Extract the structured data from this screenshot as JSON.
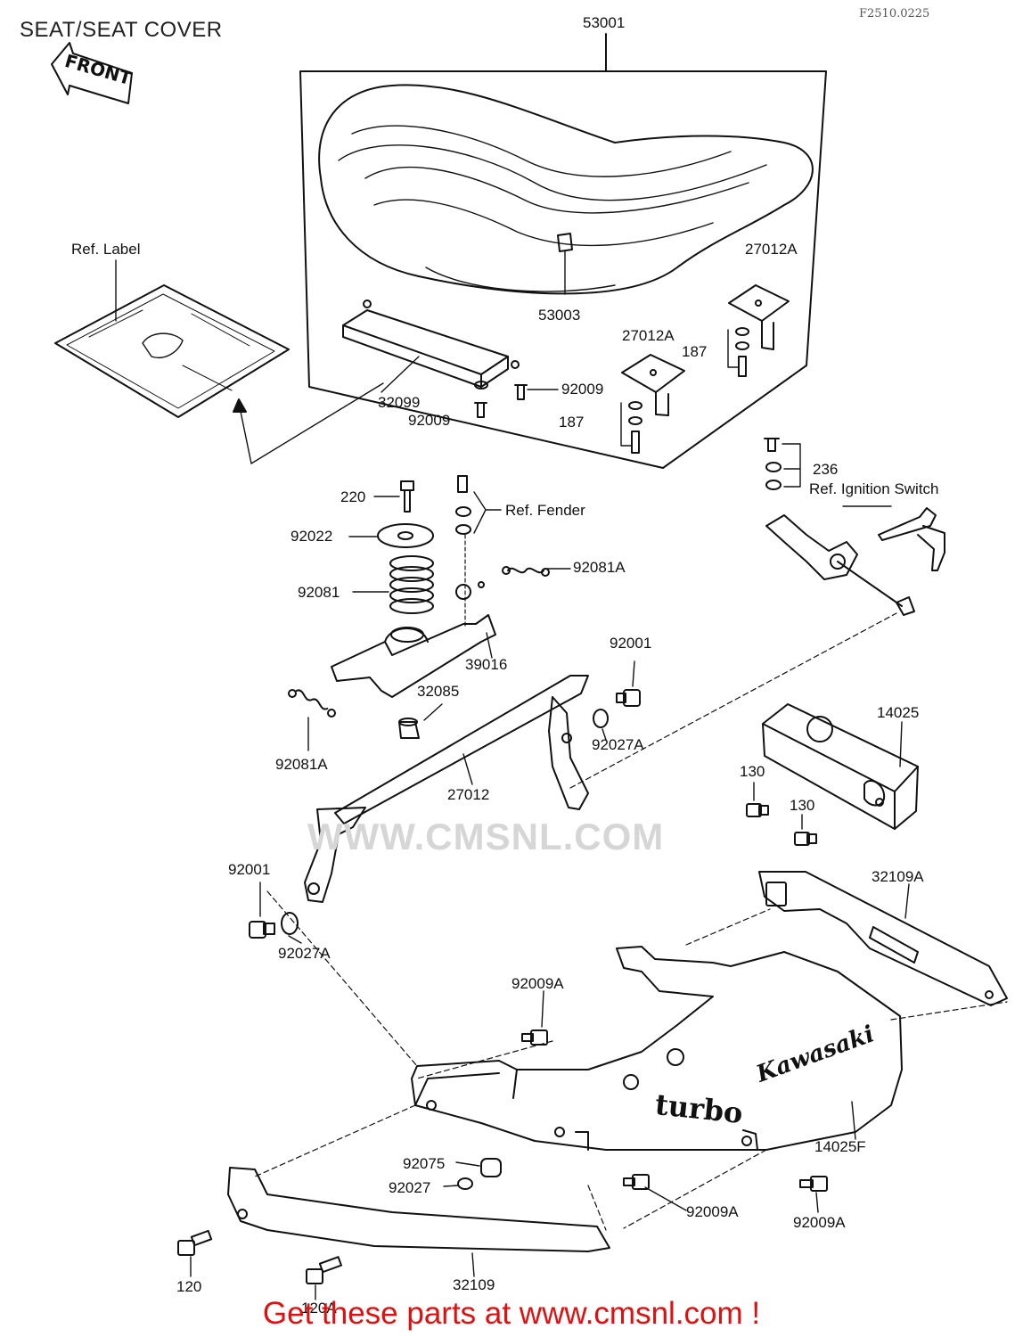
{
  "page": {
    "title": "SEAT/SEAT COVER",
    "figure_code": "F2510.0225",
    "footer_link": "Get these parts at www.cmsnl.com !",
    "watermark": "WWW.CMSNL.COM"
  },
  "part_callouts": [
    {
      "id": "c-53001",
      "text": "53001"
    },
    {
      "id": "c-reflabel",
      "text": "Ref. Label"
    },
    {
      "id": "c-27012a-1",
      "text": "27012A"
    },
    {
      "id": "c-53003",
      "text": "53003"
    },
    {
      "id": "c-27012a-2",
      "text": "27012A"
    },
    {
      "id": "c-187-1",
      "text": "187"
    },
    {
      "id": "c-32099",
      "text": "32099"
    },
    {
      "id": "c-92009-1",
      "text": "92009"
    },
    {
      "id": "c-92009-2",
      "text": "92009"
    },
    {
      "id": "c-187-2",
      "text": "187"
    },
    {
      "id": "c-236",
      "text": "236"
    },
    {
      "id": "c-refign",
      "text": "Ref. Ignition Switch"
    },
    {
      "id": "c-220",
      "text": "220"
    },
    {
      "id": "c-reffender",
      "text": "Ref. Fender"
    },
    {
      "id": "c-92022",
      "text": "92022"
    },
    {
      "id": "c-92081a-1",
      "text": "92081A"
    },
    {
      "id": "c-92081",
      "text": "92081"
    },
    {
      "id": "c-39016",
      "text": "39016"
    },
    {
      "id": "c-92001-1",
      "text": "92001"
    },
    {
      "id": "c-32085",
      "text": "32085"
    },
    {
      "id": "c-14025",
      "text": "14025"
    },
    {
      "id": "c-92027a-1",
      "text": "92027A"
    },
    {
      "id": "c-92081a-2",
      "text": "92081A"
    },
    {
      "id": "c-27012",
      "text": "27012"
    },
    {
      "id": "c-130-1",
      "text": "130"
    },
    {
      "id": "c-130-2",
      "text": "130"
    },
    {
      "id": "c-92001-2",
      "text": "92001"
    },
    {
      "id": "c-32109a",
      "text": "32109A"
    },
    {
      "id": "c-92027a-2",
      "text": "92027A"
    },
    {
      "id": "c-92009a-1",
      "text": "92009A"
    },
    {
      "id": "c-14025f",
      "text": "14025F"
    },
    {
      "id": "c-92075",
      "text": "92075"
    },
    {
      "id": "c-92027",
      "text": "92027"
    },
    {
      "id": "c-92009a-2",
      "text": "92009A"
    },
    {
      "id": "c-92009a-3",
      "text": "92009A"
    },
    {
      "id": "c-120",
      "text": "120"
    },
    {
      "id": "c-32109",
      "text": "32109"
    },
    {
      "id": "c-120a",
      "text": "120A"
    }
  ],
  "artwork": {
    "front_arrow_text": "FRONT",
    "cover_text_1": "turbo",
    "cover_text_2": "Kawasaki"
  }
}
